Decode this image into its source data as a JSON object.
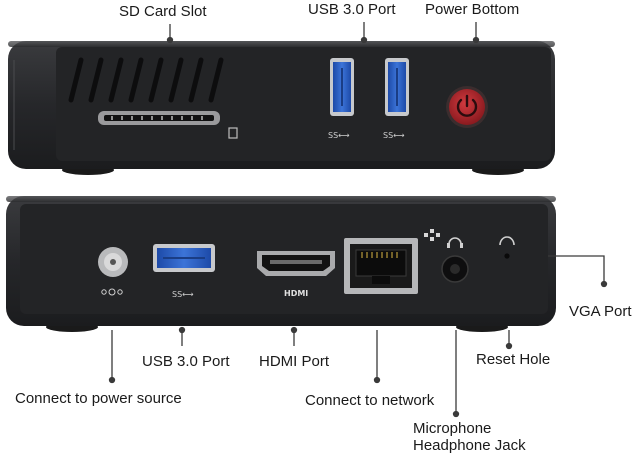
{
  "labels": {
    "sd_card_slot": "SD Card Slot",
    "usb_top": "USB 3.0 Port",
    "power_button": "Power Bottom",
    "usb_bottom": "USB 3.0 Port",
    "hdmi_port": "HDMI Port",
    "connect_power": "Connect to power source",
    "connect_network": "Connect to network",
    "reset_hole": "Reset Hole",
    "vga_port": "VGA Port",
    "mic_line1": "Microphone",
    "mic_line2": "Headphone  Jack"
  },
  "port_marks": {
    "ss_usb": "SS⟷",
    "hdmi": "HDMI"
  },
  "colors": {
    "body": "#222325",
    "usb_blue": "#2f63c7",
    "power_red": "#b3252b",
    "leader": "#3a3a3a"
  }
}
